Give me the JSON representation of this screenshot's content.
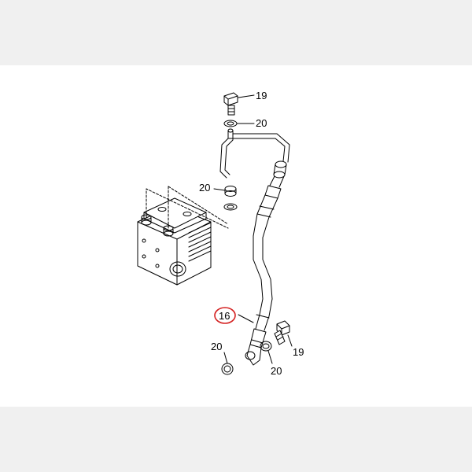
{
  "diagram": {
    "callouts": [
      {
        "id": "bolt-top",
        "text": "19"
      },
      {
        "id": "washer-top",
        "text": "20"
      },
      {
        "id": "washer-mid",
        "text": "20"
      },
      {
        "id": "hose",
        "text": "16",
        "highlighted": true
      },
      {
        "id": "washer-bottom-left",
        "text": "20"
      },
      {
        "id": "washer-bottom-right",
        "text": "20"
      },
      {
        "id": "bolt-bottom",
        "text": "19"
      }
    ],
    "highlight_color": "#d42020",
    "line_color": "#000000"
  }
}
